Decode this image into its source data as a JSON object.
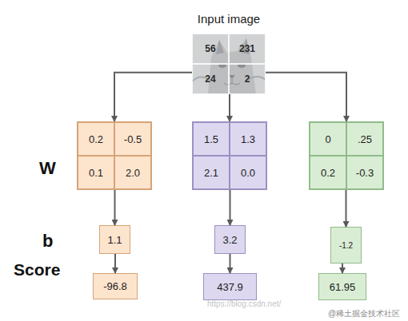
{
  "diagram": {
    "nodes": [
      {
        "text": [
          "Input image"
        ]
      },
      {
        "text": [
          "56"
        ],
        "in": 0
      },
      {
        "text": [
          "231"
        ],
        "in": 0
      },
      {
        "text": [
          "24"
        ],
        "in": 0
      },
      {
        "text": [
          "2"
        ],
        "in": 0
      },
      {
        "text": []
      },
      {
        "text": [
          "0.2"
        ],
        "in": 5
      },
      {
        "text": [
          "-0.5"
        ],
        "in": 5
      },
      {
        "text": [
          "0.1"
        ],
        "in": 5
      },
      {
        "text": [
          "2.0"
        ],
        "in": 5
      },
      {
        "text": []
      },
      {
        "text": [
          "1.5"
        ],
        "in": 10
      },
      {
        "text": [
          "1.3"
        ],
        "in": 10
      },
      {
        "text": [
          "2.1"
        ],
        "in": 10
      },
      {
        "text": [
          "0.0"
        ],
        "in": 10
      },
      {
        "text": []
      },
      {
        "text": [
          "0"
        ],
        "in": 15
      },
      {
        "text": [
          ".25"
        ],
        "in": 15
      },
      {
        "text": [
          "0.2"
        ],
        "in": 15
      },
      {
        "text": [
          "-0.3"
        ],
        "in": 15
      },
      {
        "text": [
          "1.1"
        ]
      },
      {
        "text": [
          "3.2"
        ]
      },
      {
        "text": [
          "-1.2"
        ]
      },
      {
        "text": [
          "-96.8"
        ]
      },
      {
        "text": [
          "437.9"
        ]
      },
      {
        "text": [
          "61.95"
        ]
      }
    ],
    "edges": [
      {
        "from": 0,
        "to": 5,
        "arrow": "to"
      },
      {
        "from": 0,
        "to": 10,
        "arrow": "to"
      },
      {
        "from": 0,
        "to": 15,
        "arrow": "to"
      },
      {
        "from": 5,
        "to": 20,
        "arrow": "to"
      },
      {
        "from": 10,
        "to": 21,
        "arrow": "to"
      },
      {
        "from": 15,
        "to": 22,
        "arrow": "to"
      },
      {
        "from": 20,
        "to": 23,
        "arrow": "to"
      },
      {
        "from": 21,
        "to": 24,
        "arrow": "to"
      },
      {
        "from": 22,
        "to": 25,
        "arrow": "to"
      }
    ],
    "labels": [
      "W",
      "b",
      "Score",
      "https://blog.csdn.net/",
      "@稀土掘金技术社区"
    ]
  }
}
